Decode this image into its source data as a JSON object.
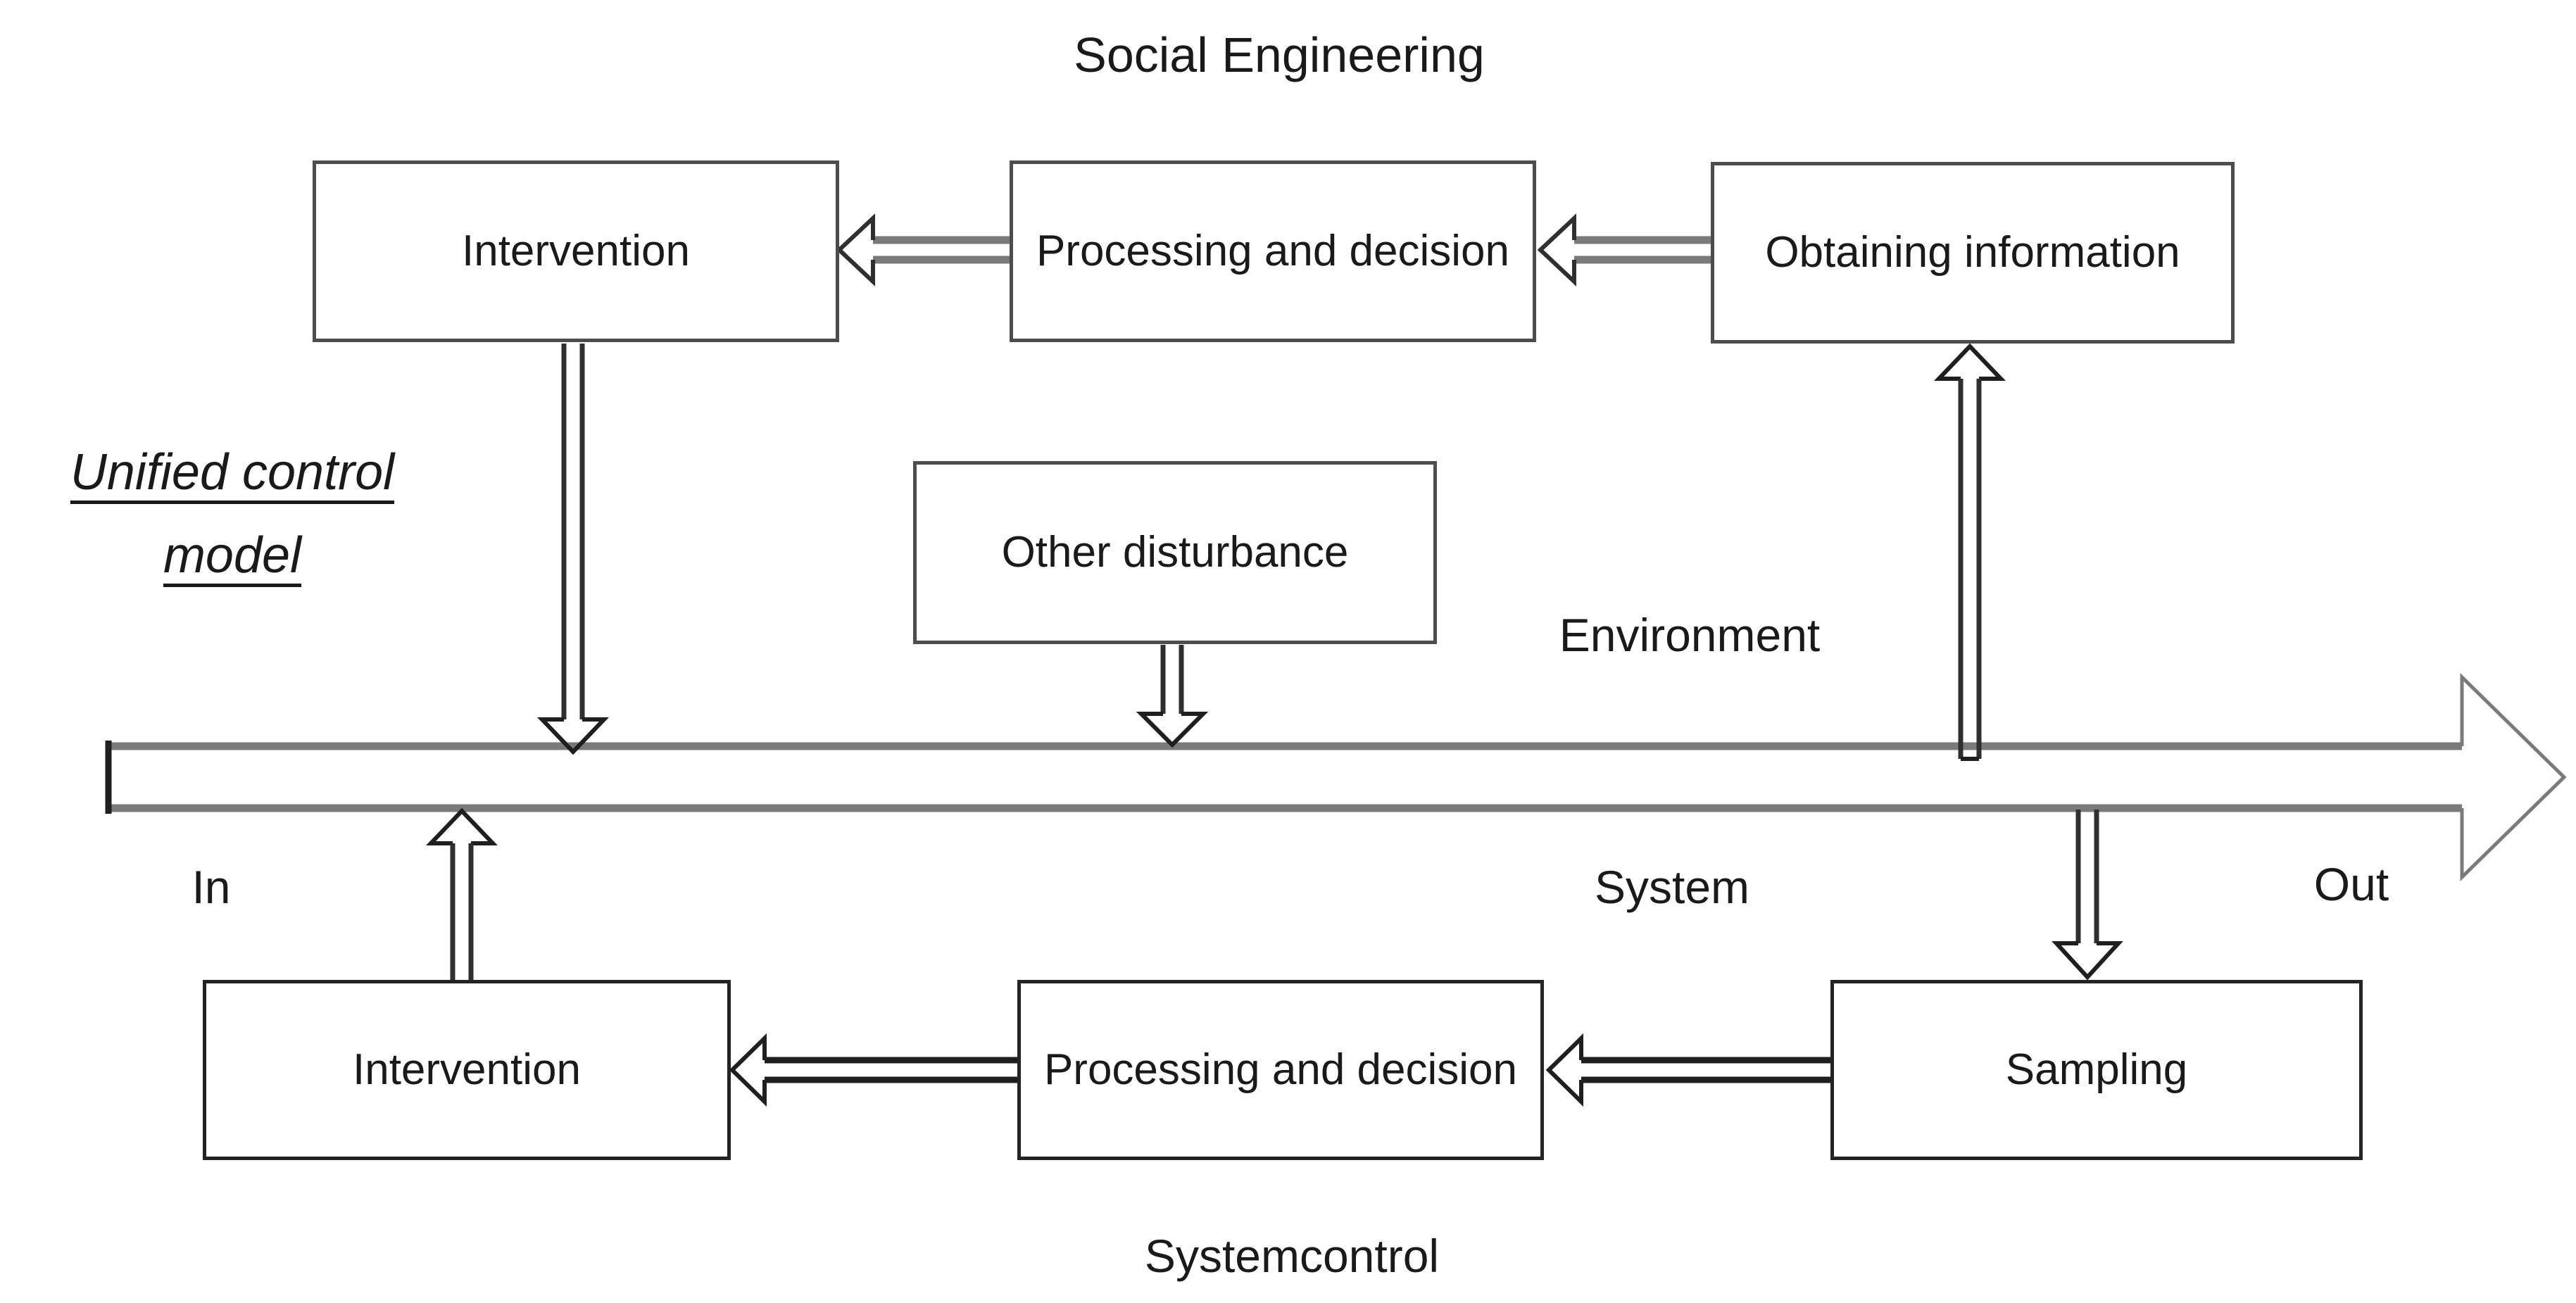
{
  "diagram": {
    "kind": "unified-control-model-flow-diagram",
    "heading": {
      "line1": "Unified control",
      "line2": "model"
    },
    "labels": {
      "social_engineering": "Social Engineering",
      "systemcontrol": "Systemcontrol",
      "environment": "Environment",
      "system": "System",
      "in": "In",
      "out": "Out"
    },
    "nodes": {
      "intervention_top": {
        "label": "Intervention"
      },
      "processing_top": {
        "label": "Processing and decision"
      },
      "obtaining": {
        "label": "Obtaining information"
      },
      "other_disturbance": {
        "label": "Other disturbance"
      },
      "intervention_bottom": {
        "label": "Intervention"
      },
      "processing_bottom": {
        "label": "Processing and decision"
      },
      "sampling": {
        "label": "Sampling"
      }
    },
    "edges": [
      {
        "from": "obtaining",
        "to": "processing_top",
        "style": "open-arrow"
      },
      {
        "from": "processing_top",
        "to": "intervention_top",
        "style": "open-arrow"
      },
      {
        "from": "intervention_top",
        "to": "system-bar",
        "style": "open-arrow"
      },
      {
        "from": "other_disturbance",
        "to": "system-bar",
        "style": "open-arrow"
      },
      {
        "from": "system-bar",
        "to": "obtaining",
        "style": "open-arrow"
      },
      {
        "from": "system-bar",
        "to": "sampling",
        "style": "open-arrow"
      },
      {
        "from": "sampling",
        "to": "processing_bottom",
        "style": "open-arrow"
      },
      {
        "from": "processing_bottom",
        "to": "intervention_bottom",
        "style": "open-arrow"
      },
      {
        "from": "intervention_bottom",
        "to": "system-bar",
        "style": "open-arrow"
      }
    ],
    "colors": {
      "background": "#ffffff",
      "text": "#1a1a1a",
      "bar_outline": "#7a7a7a",
      "line_dark": "#1f1f1f",
      "line_mid": "#2f2f2f",
      "box_border_top_row": "#4d4d4d",
      "box_border_bottom_row": "#242424"
    }
  }
}
